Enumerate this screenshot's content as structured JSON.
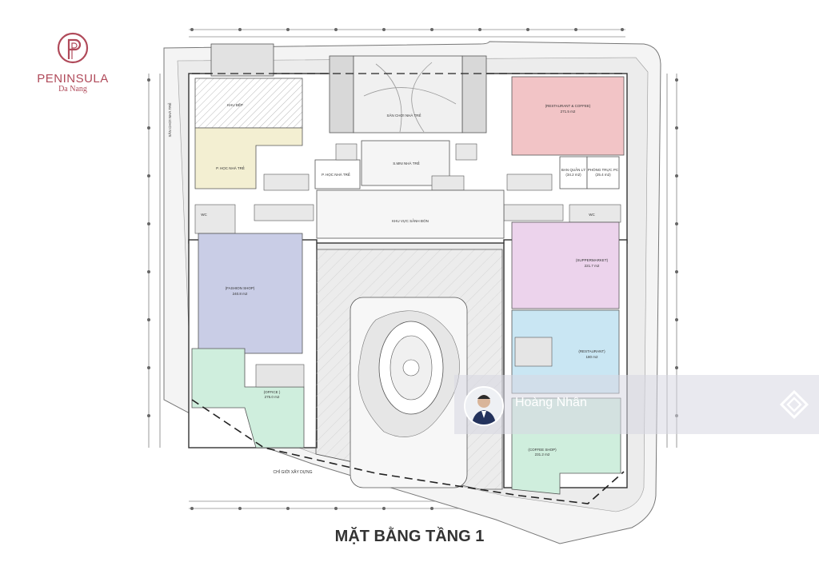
{
  "brand": {
    "name": "PENINSULA",
    "subtitle": "Da Nang"
  },
  "plan_title": "MẶT BẰNG TẦNG 1",
  "watermark": {
    "name": "Hoàng Nhân"
  },
  "rooms": {
    "kitchen": "KHU BẾP",
    "classroom_left": "P. HỌC NHÀ TRẺ",
    "classroom_mid": "P. HỌC NHÀ TRẺ",
    "daycare": "S.MNI NHÀ TRẺ",
    "playground": "SÂN CHƠI NHÀ TRẺ",
    "playground_side": "SÂN CHƠI NHÀ TRẺ",
    "lobby": "KHU VỰC SẢNH ĐÓN",
    "restaurant_coffee": "(RESTAURANT & COFFEE)",
    "restaurant_coffee_area": "271.5 m2",
    "management": "BAN QUẢN LÝ",
    "management_area": "(34.2 m2)",
    "fire_room": "PHÒNG TRỰC PC",
    "fire_room_area": "(25.4 m2)",
    "fashion": "(FASHION SHOP)",
    "fashion_area": "240.8 m2",
    "supermarket": "(SUPPERMARKET)",
    "supermarket_area": "221.7 m2",
    "restaurant": "(RESTAURANT)",
    "restaurant_area": "180 m2",
    "office": "(OFFICE )",
    "office_area": "275.0 m2",
    "coffee": "(COFFEE SHOP)",
    "coffee_area": "231.2 m2",
    "wc_left": "WC",
    "wc_right": "WC",
    "build_line": "CHỈ GIỚI XÂY DỰNG"
  },
  "colors": {
    "brand": "#b04a5a",
    "fashion": "#c9cde6",
    "supermarket": "#ecd3ec",
    "restaurant": "#c9e6f3",
    "restaurant_coffee": "#f2c4c6",
    "classroom": "#f3efd2",
    "office": "#cfeedd"
  }
}
